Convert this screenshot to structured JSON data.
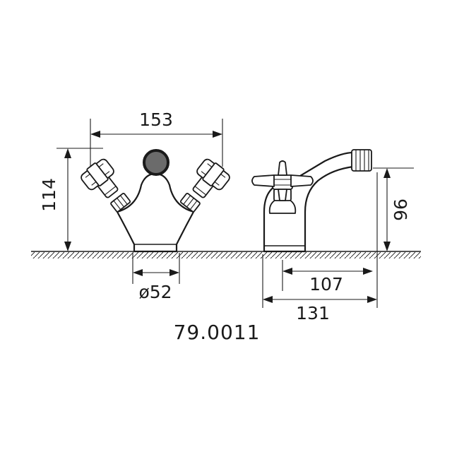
{
  "diagram": {
    "product_code": "79.0011",
    "dimensions": {
      "front_width": "153",
      "front_height": "114",
      "base_diameter": "ø52",
      "side_height": "96",
      "side_reach": "107",
      "side_depth": "131"
    },
    "colors": {
      "line": "#1a1a1a",
      "handle_knob": "#6b6b6b",
      "background": "#ffffff"
    }
  }
}
